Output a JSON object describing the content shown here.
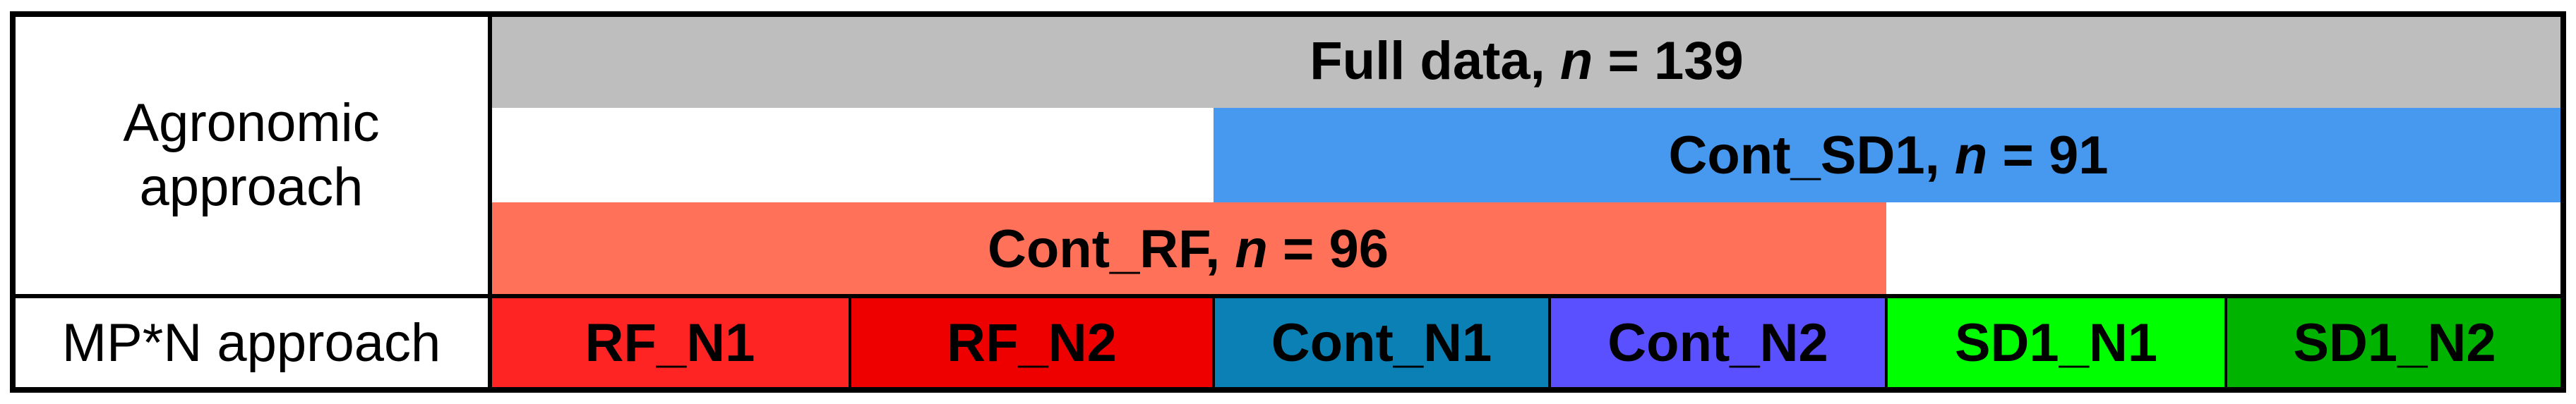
{
  "left_labels": {
    "agronomic_line1": "Agronomic",
    "agronomic_line2": "approach",
    "mpn": "MP*N approach"
  },
  "bars": {
    "full": {
      "name": "Full data,",
      "n": "n",
      "eq": " = 139",
      "color": "#bebebe"
    },
    "cont_sd1": {
      "name": "Cont_SD1,",
      "n": "n",
      "eq": " = 91",
      "color": "#4699ee"
    },
    "cont_rf": {
      "name": "Cont_RF,",
      "n": "n",
      "eq": " = 96",
      "color": "#ff7159"
    }
  },
  "groups": [
    {
      "label": "RF_N1",
      "color": "#ff2424"
    },
    {
      "label": "RF_N2",
      "color": "#ee0000"
    },
    {
      "label": "Cont_N1",
      "color": "#0a80b4"
    },
    {
      "label": "Cont_N2",
      "color": "#5a50ff"
    },
    {
      "label": "SD1_N1",
      "color": "#00ff00"
    },
    {
      "label": "SD1_N2",
      "color": "#00b300"
    }
  ]
}
